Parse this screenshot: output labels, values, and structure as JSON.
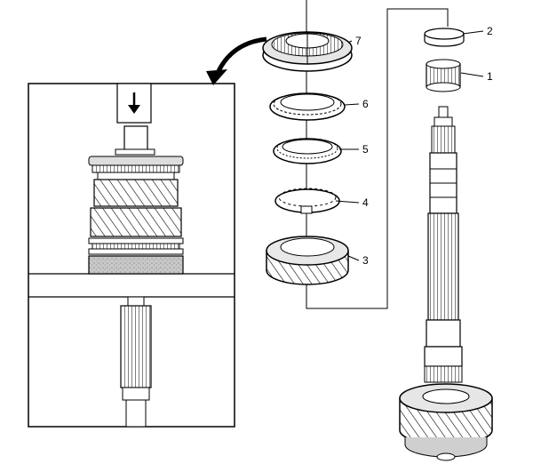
{
  "diagram": {
    "callouts": [
      {
        "id": "1",
        "label": "1"
      },
      {
        "id": "2",
        "label": "2"
      },
      {
        "id": "3",
        "label": "3"
      },
      {
        "id": "4",
        "label": "4"
      },
      {
        "id": "5",
        "label": "5"
      },
      {
        "id": "6",
        "label": "6"
      },
      {
        "id": "7",
        "label": "7"
      }
    ],
    "colors": {
      "line": "#000000",
      "part_fill": "#ffffff",
      "shade": "#cfcfcf",
      "dark": "#8a8a8a",
      "press_block": "#bdbdbd"
    },
    "icons": [
      "press-arrow-icon",
      "curved-pointer-arrow-icon"
    ]
  }
}
